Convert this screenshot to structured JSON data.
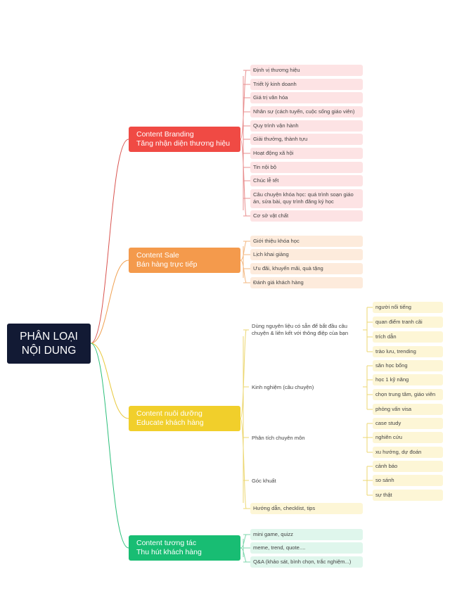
{
  "root": {
    "line1": "PHÂN LOẠI",
    "line2": "NỘI DUNG"
  },
  "colors": {
    "red": "#f04a44",
    "orange": "#f49a4c",
    "yellow": "#f1cf2b",
    "green": "#18bd73",
    "root": "#121a34"
  },
  "branding": {
    "title1": "Content Branding",
    "title2": "Tăng nhận diện thương hiệu",
    "items": [
      "Định vị thương hiệu",
      "Triết lý kinh doanh",
      "Giá trị văn hóa",
      "Nhân sự (cách tuyển, cuộc sống giáo viên)",
      "Quy trình vận hành",
      "Giải thưởng, thành tựu",
      "Hoạt động xã hội",
      "Tin nội bộ",
      "Chúc lễ tết",
      "Câu chuyện khóa học: quá trình soạn giáo án, sửa bài, quy trình đăng ký học",
      "Cơ sở vật chất"
    ]
  },
  "sale": {
    "title1": "Content Sale",
    "title2": "Bán hàng trực tiếp",
    "items": [
      "Giới thiệu khóa học",
      "Lịch khai giảng",
      "Ưu đãi, khuyến mãi, quà tặng",
      "Đánh giá khách hàng"
    ]
  },
  "nurture": {
    "title1": "Content nuôi dưỡng",
    "title2": "Educate khách hàng",
    "subs": [
      {
        "label": "Dùng nguyên liệu có sẵn để bắt đầu câu chuyện & liên kết với thông điệp của bạn",
        "items": [
          "người nổi tiếng",
          "quan điểm tranh cãi",
          "trích dẫn",
          "trào lưu, trending"
        ]
      },
      {
        "label": "Kinh nghiệm (câu chuyện)",
        "items": [
          "săn học bổng",
          "học 1 kỹ năng",
          "chọn trung tâm, giáo viên",
          "phỏng vấn visa"
        ]
      },
      {
        "label": "Phân tích chuyên môn",
        "items": [
          "case study",
          "nghiên cứu",
          "xu hướng, dự đoán"
        ]
      },
      {
        "label": "Góc khuất",
        "items": [
          "cảnh báo",
          "so sánh",
          "sự thật"
        ]
      },
      {
        "label": "Hướng dẫn, checklist, tips",
        "items": []
      }
    ]
  },
  "engage": {
    "title1": "Content tương tác",
    "title2": "Thu hút khách hàng",
    "items": [
      "mini game, quizz",
      "meme, trend, quote....",
      "Q&A (khảo sát, bình chọn, trắc nghiệm...)"
    ]
  }
}
